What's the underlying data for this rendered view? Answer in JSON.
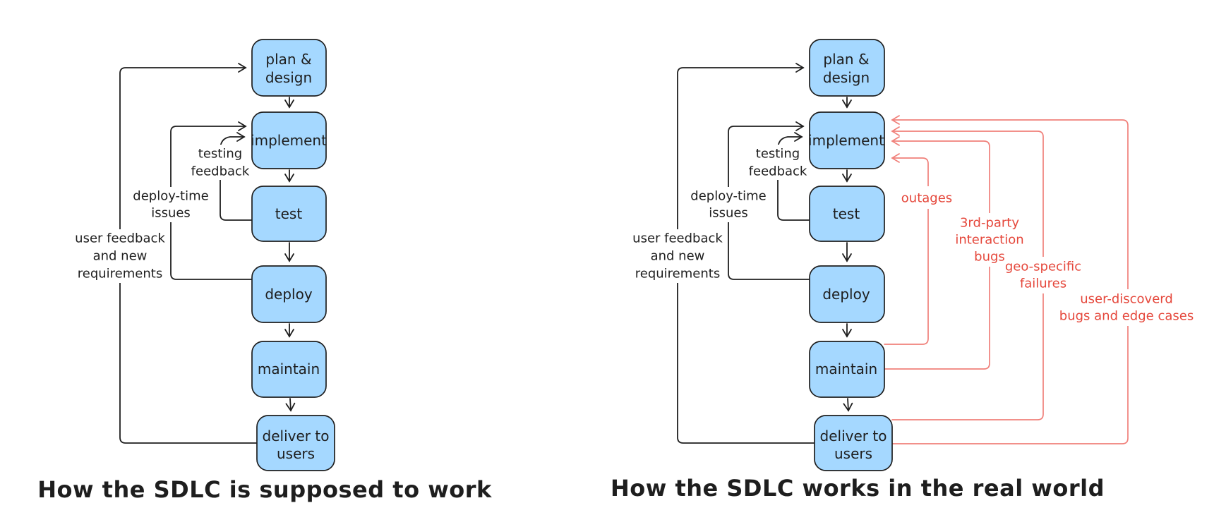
{
  "colors": {
    "ink": "#1e1e1e",
    "box_fill": "#a5d8ff",
    "red_line": "#f0807a",
    "red_text": "#e5473b",
    "background": "#ffffff"
  },
  "left": {
    "caption": "How the SDLC is supposed to work",
    "nodes": {
      "plan_line1": "plan &",
      "plan_line2": "design",
      "implement": "implement",
      "test": "test",
      "deploy": "deploy",
      "maintain": "maintain",
      "deliver_line1": "deliver to",
      "deliver_line2": "users"
    },
    "labels": {
      "testing_line1": "testing",
      "testing_line2": "feedback",
      "deploytime_line1": "deploy-time",
      "deploytime_line2": "issues",
      "userfb_line1": "user feedback",
      "userfb_line2": "and new",
      "userfb_line3": "requirements"
    }
  },
  "right": {
    "caption": "How the SDLC works in the real world",
    "nodes": {
      "plan_line1": "plan &",
      "plan_line2": "design",
      "implement": "implement",
      "test": "test",
      "deploy": "deploy",
      "maintain": "maintain",
      "deliver_line1": "deliver to",
      "deliver_line2": "users"
    },
    "labels": {
      "testing_line1": "testing",
      "testing_line2": "feedback",
      "deploytime_line1": "deploy-time",
      "deploytime_line2": "issues",
      "userfb_line1": "user feedback",
      "userfb_line2": "and new",
      "userfb_line3": "requirements"
    },
    "red_labels": {
      "outages": "outages",
      "thirdparty_line1": "3rd-party",
      "thirdparty_line2": "interaction",
      "thirdparty_line3": "bugs",
      "geo_line1": "geo-specific",
      "geo_line2": "failures",
      "userdisc_line1": "user-discoverd",
      "userdisc_line2": "bugs and edge cases"
    }
  }
}
